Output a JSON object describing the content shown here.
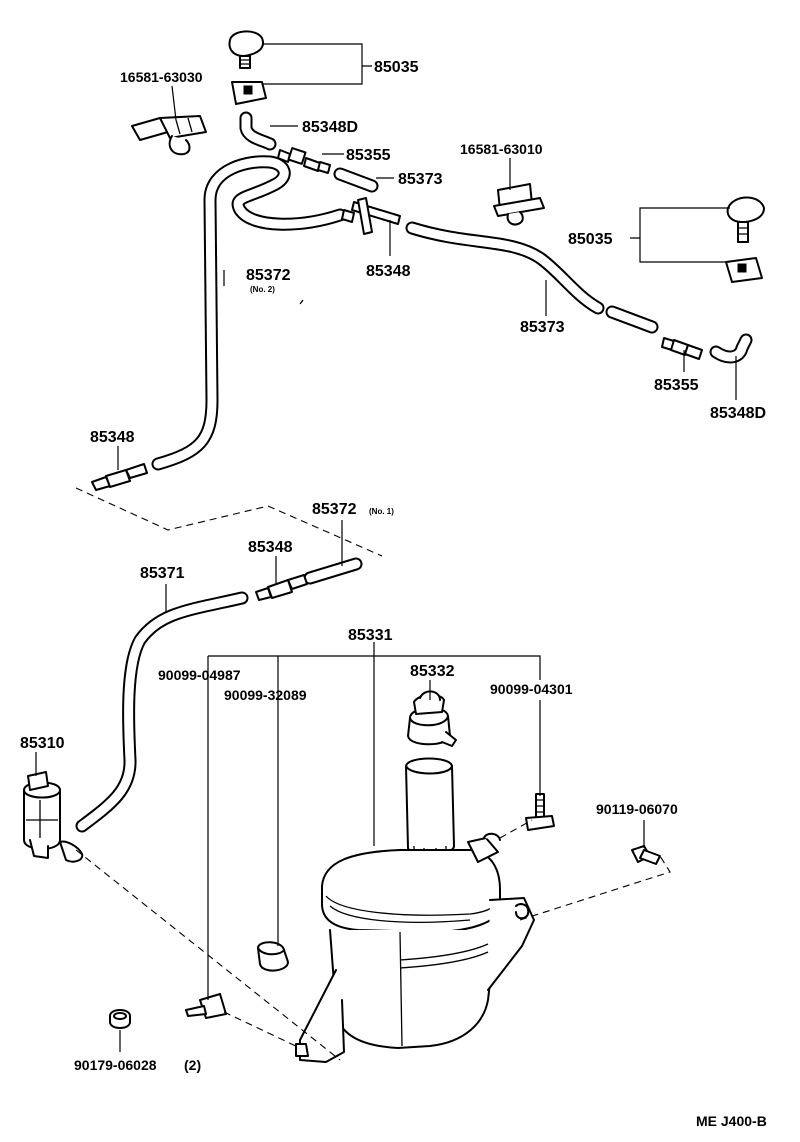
{
  "labels": {
    "p85035_top": "85035",
    "p16581_63030": "16581-63030",
    "p85348D_top": "85348D",
    "p85355_top": "85355",
    "p16581_63010": "16581-63010",
    "p85373_top": "85373",
    "p85348_upper": "85348",
    "p85035_right": "85035",
    "p85372_no2": "85372",
    "p85372_no2_note": "(No. 2)",
    "p85373_right": "85373",
    "p85355_right": "85355",
    "p85348D_right": "85348D",
    "p85348_left": "85348",
    "p85372_no1": "85372",
    "p85372_no1_note": "(No. 1)",
    "p85348_mid": "85348",
    "p85371": "85371",
    "p85331": "85331",
    "p85332": "85332",
    "p90099_04987": "90099-04987",
    "p90099_32089": "90099-32089",
    "p90099_04301": "90099-04301",
    "p85310": "85310",
    "p90119_06070": "90119-06070",
    "p90179_06028": "90179-06028",
    "p90179_06028_qty": "(2)",
    "drawing_code": "ME J400-B"
  }
}
